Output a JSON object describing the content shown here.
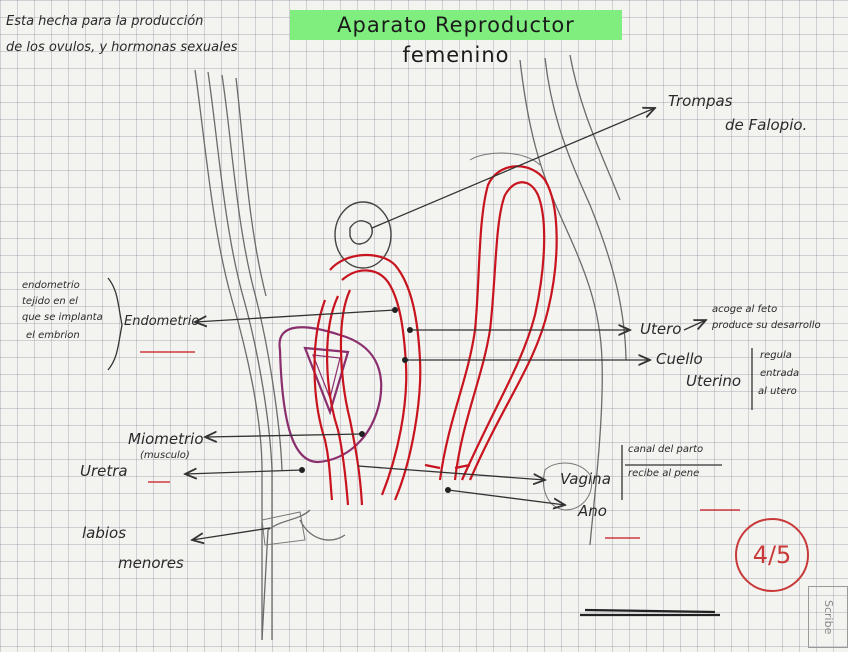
{
  "title": "Aparato Reproductor femenino",
  "intro": {
    "line1": "Esta hecha para la producción",
    "line2": "de los ovulos, y hormonas sexuales"
  },
  "labels": {
    "trompas_1": "Trompas",
    "trompas_2": "de Falopio.",
    "endometrio_note_1": "endometrio",
    "endometrio_note_2": "tejido en el",
    "endometrio_note_3": "que se implanta",
    "endometrio_note_4": "el embrion",
    "endometrio": "Endometrio",
    "utero": "Utero",
    "utero_note_1": "acoge al feto",
    "utero_note_2": "produce su desarrollo",
    "cuello_1": "Cuello",
    "cuello_2": "Uterino",
    "cuello_note_1": "regula",
    "cuello_note_2": "entrada",
    "cuello_note_3": "al utero",
    "miometrio": "Miometrio",
    "miometrio_sub": "(musculo)",
    "uretra": "Uretra",
    "vagina": "Vagina",
    "vagina_note_1": "canal del parto",
    "vagina_note_2": "recibe al pene",
    "ano": "Ano",
    "labios_1": "labios",
    "labios_2": "menores"
  },
  "grade": "4/5",
  "side_label": "Scribe",
  "colors": {
    "highlight": "#7fee7f",
    "uterus_red": "#c8141e",
    "bladder_purple": "#8a2f6e",
    "grade_red": "#c83a3a",
    "pencil": "#555555"
  }
}
